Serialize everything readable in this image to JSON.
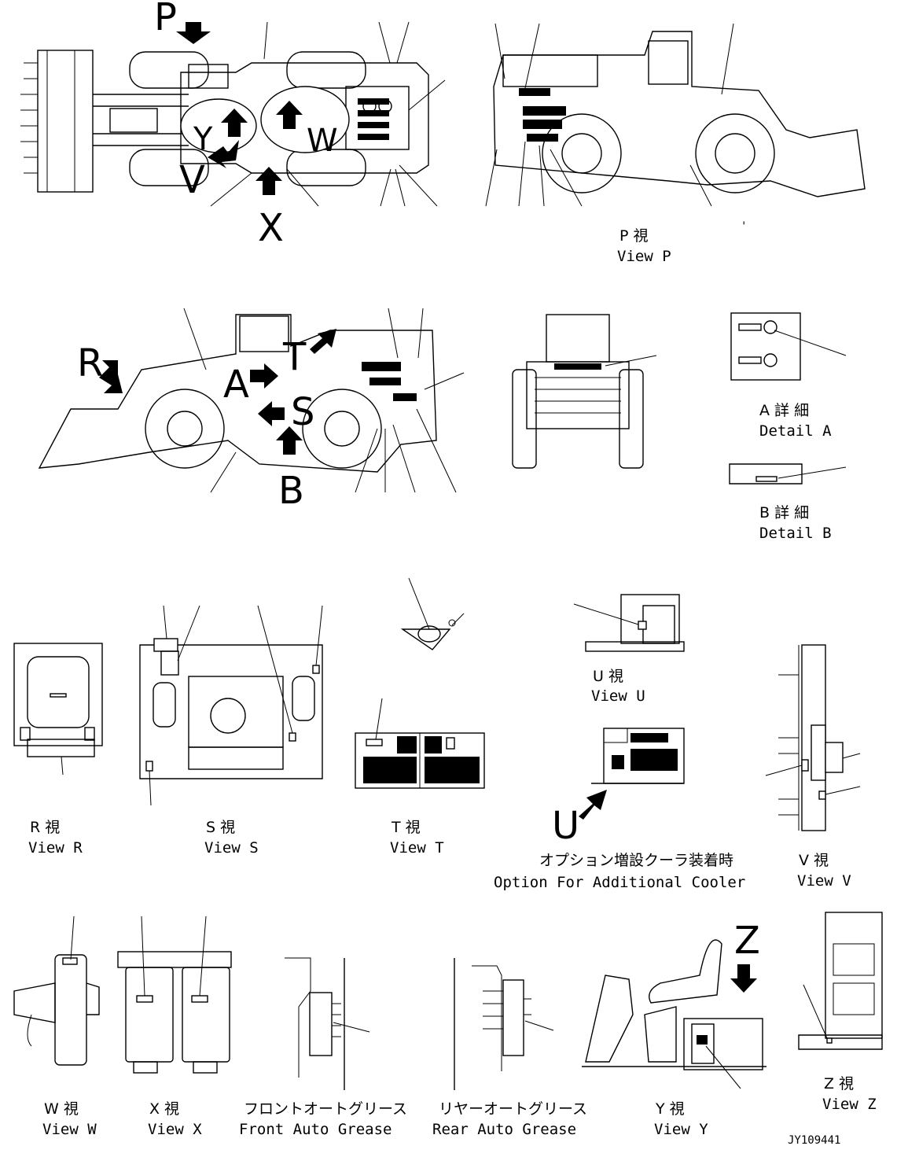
{
  "letters": {
    "P": "P",
    "Y": "Y",
    "W": "W",
    "V": "V",
    "X": "X",
    "R": "R",
    "A": "A",
    "T": "T",
    "S": "S",
    "B": "B",
    "U": "U",
    "Z": "Z"
  },
  "captions": {
    "view_p": {
      "ja": "P 視",
      "en": "View P"
    },
    "detail_a": {
      "ja": "A 詳 細",
      "en": "Detail A"
    },
    "detail_b": {
      "ja": "B 詳 細",
      "en": "Detail B"
    },
    "view_u": {
      "ja": "U 視",
      "en": "View U"
    },
    "view_r": {
      "ja": "R 視",
      "en": "View R"
    },
    "view_s": {
      "ja": "S 視",
      "en": "View S"
    },
    "view_t": {
      "ja": "T 視",
      "en": "View T"
    },
    "option_cooler": {
      "ja": "オプション増設クーラ装着時",
      "en": "Option For Additional Cooler"
    },
    "view_v": {
      "ja": "V 視",
      "en": "View V"
    },
    "view_w": {
      "ja": "W 視",
      "en": "View W"
    },
    "view_x": {
      "ja": "X 視",
      "en": "View X"
    },
    "front_grease": {
      "ja": "フロントオートグリース",
      "en": "Front Auto Grease"
    },
    "rear_grease": {
      "ja": "リヤーオートグリース",
      "en": "Rear Auto Grease"
    },
    "view_y": {
      "ja": "Y 視",
      "en": "View Y"
    },
    "view_z": {
      "ja": "Z 視",
      "en": "View Z"
    }
  },
  "drawing_number": "JY109441",
  "tick_mark": "'"
}
